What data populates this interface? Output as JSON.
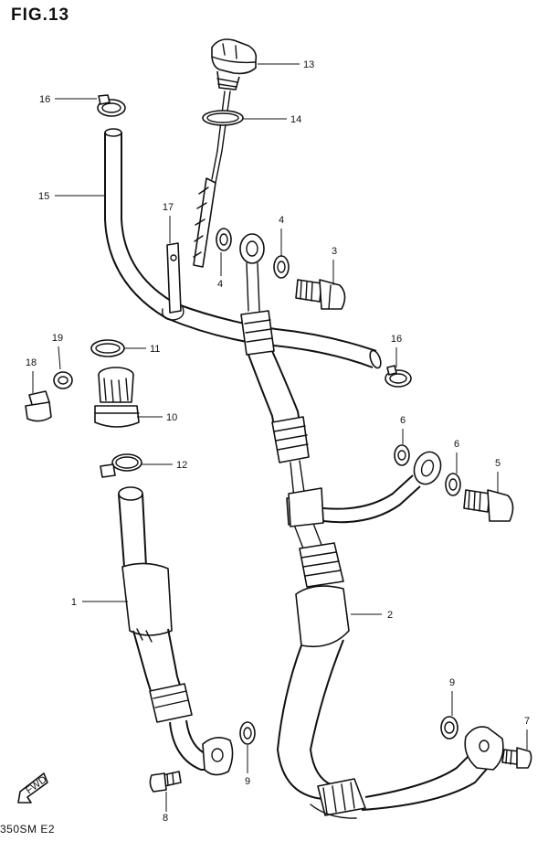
{
  "figure": {
    "title": "FIG.13",
    "model_code": "350SM E2",
    "fwd_label": "FWD"
  },
  "callouts": [
    {
      "number": "1",
      "part": "oil-hose-left"
    },
    {
      "number": "2",
      "part": "oil-hose-right"
    },
    {
      "number": "3",
      "part": "union-bolt-upper"
    },
    {
      "number": "4",
      "part": "gasket-upper"
    },
    {
      "number": "5",
      "part": "union-bolt-middle"
    },
    {
      "number": "6",
      "part": "gasket-middle"
    },
    {
      "number": "7",
      "part": "bolt-right"
    },
    {
      "number": "8",
      "part": "bolt-left"
    },
    {
      "number": "9",
      "part": "o-ring-flange"
    },
    {
      "number": "10",
      "part": "strainer"
    },
    {
      "number": "11",
      "part": "o-ring-strainer"
    },
    {
      "number": "12",
      "part": "clamp-lower"
    },
    {
      "number": "13",
      "part": "filler-cap-dipstick"
    },
    {
      "number": "14",
      "part": "o-ring-cap"
    },
    {
      "number": "15",
      "part": "breather-hose"
    },
    {
      "number": "16",
      "part": "clamp-breather"
    },
    {
      "number": "17",
      "part": "hose-clamp-bracket"
    },
    {
      "number": "18",
      "part": "drain-plug"
    },
    {
      "number": "19",
      "part": "gasket-drain"
    }
  ]
}
